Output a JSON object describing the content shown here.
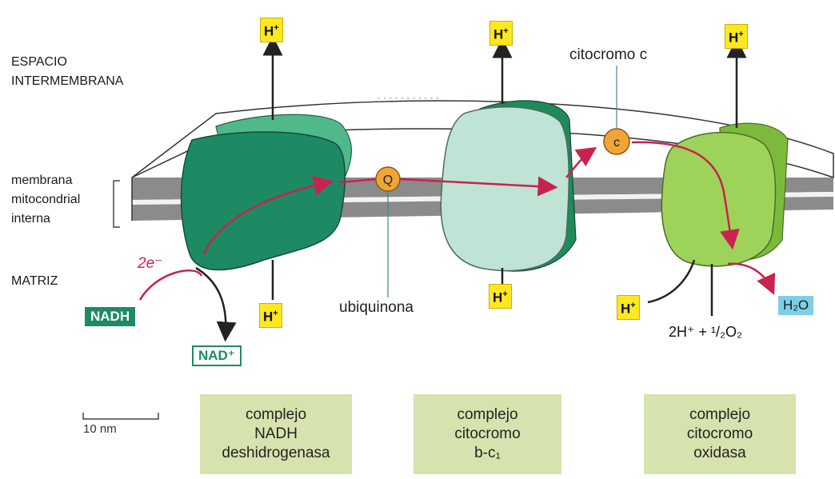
{
  "regions": {
    "intermembrane": "ESPACIO\nINTERMEMBRANA",
    "membrane": "membrana\nmitocondrial\ninterna",
    "matrix": "MATRIZ"
  },
  "proton_label": "H",
  "labels": {
    "cytochrome_c": "citocromo c",
    "ubiquinone": "ubiquinona",
    "q_symbol": "Q",
    "c_symbol": "c",
    "electrons": "2e⁻",
    "nadh": "NADH",
    "nad_plus": "NAD⁺",
    "h2o": "H₂O",
    "oxygen_eq": "2H⁺ + ¹/₂O₂"
  },
  "scale_bar": "10 nm",
  "complexes": [
    {
      "name": "complejo\nNADH\ndeshidrogenasa"
    },
    {
      "name": "complejo\ncitocromo\nb-c₁"
    },
    {
      "name": "complejo\ncitocromo\noxidasa"
    }
  ],
  "colors": {
    "complex1": "#1d8a63",
    "complex1_back": "#4fb98c",
    "complex2": "#bfe3d4",
    "complex2_back": "#1f8a5a",
    "complex3": "#9ed35a",
    "complex3_back": "#7cba3c",
    "membrane_band": "#8b8b8b",
    "electron_path": "#c8224f",
    "carrier": "#f0a637",
    "proton_box": "#ffe820",
    "caption_box": "#d7e3ae"
  }
}
